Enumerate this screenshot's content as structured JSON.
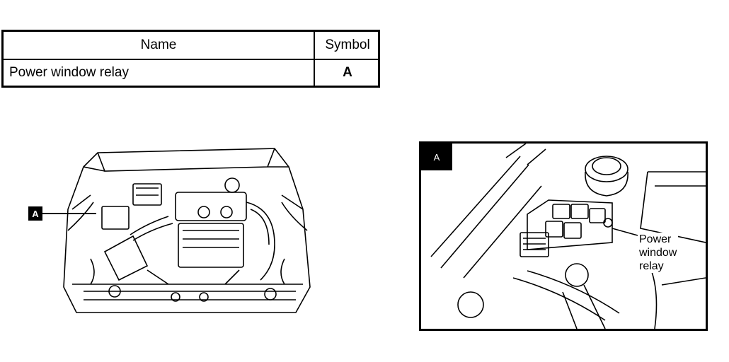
{
  "table": {
    "header": {
      "name": "Name",
      "symbol": "Symbol"
    },
    "rows": [
      {
        "name": "Power window relay",
        "symbol": "A"
      }
    ]
  },
  "engine_view": {
    "callout": "A"
  },
  "detail_view": {
    "tag": "A",
    "label_lines": [
      "Power",
      "window",
      "relay"
    ]
  }
}
